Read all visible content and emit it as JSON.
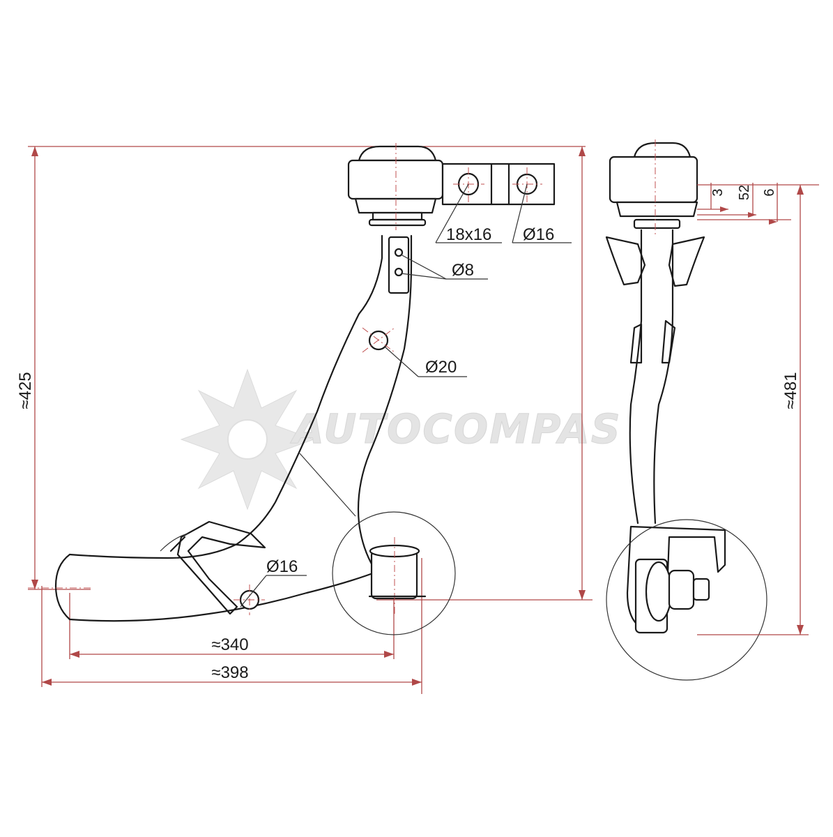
{
  "watermark": {
    "text": "AUTOCOMPAS"
  },
  "dimensions": {
    "height_front": "≈425",
    "height_side": "≈481",
    "width_inner": "≈340",
    "width_outer": "≈398",
    "slot": "18x16",
    "hole_top_bracket": "Ø16",
    "holes_small": "Ø8",
    "hole_mid": "Ø20",
    "hole_bottom": "Ø16",
    "side_dim_1": "3",
    "side_dim_2": "52",
    "side_dim_3": "6"
  },
  "colors": {
    "line": "#1a1a1a",
    "dimension": "#b04848",
    "watermark": "#e0e0e0"
  }
}
